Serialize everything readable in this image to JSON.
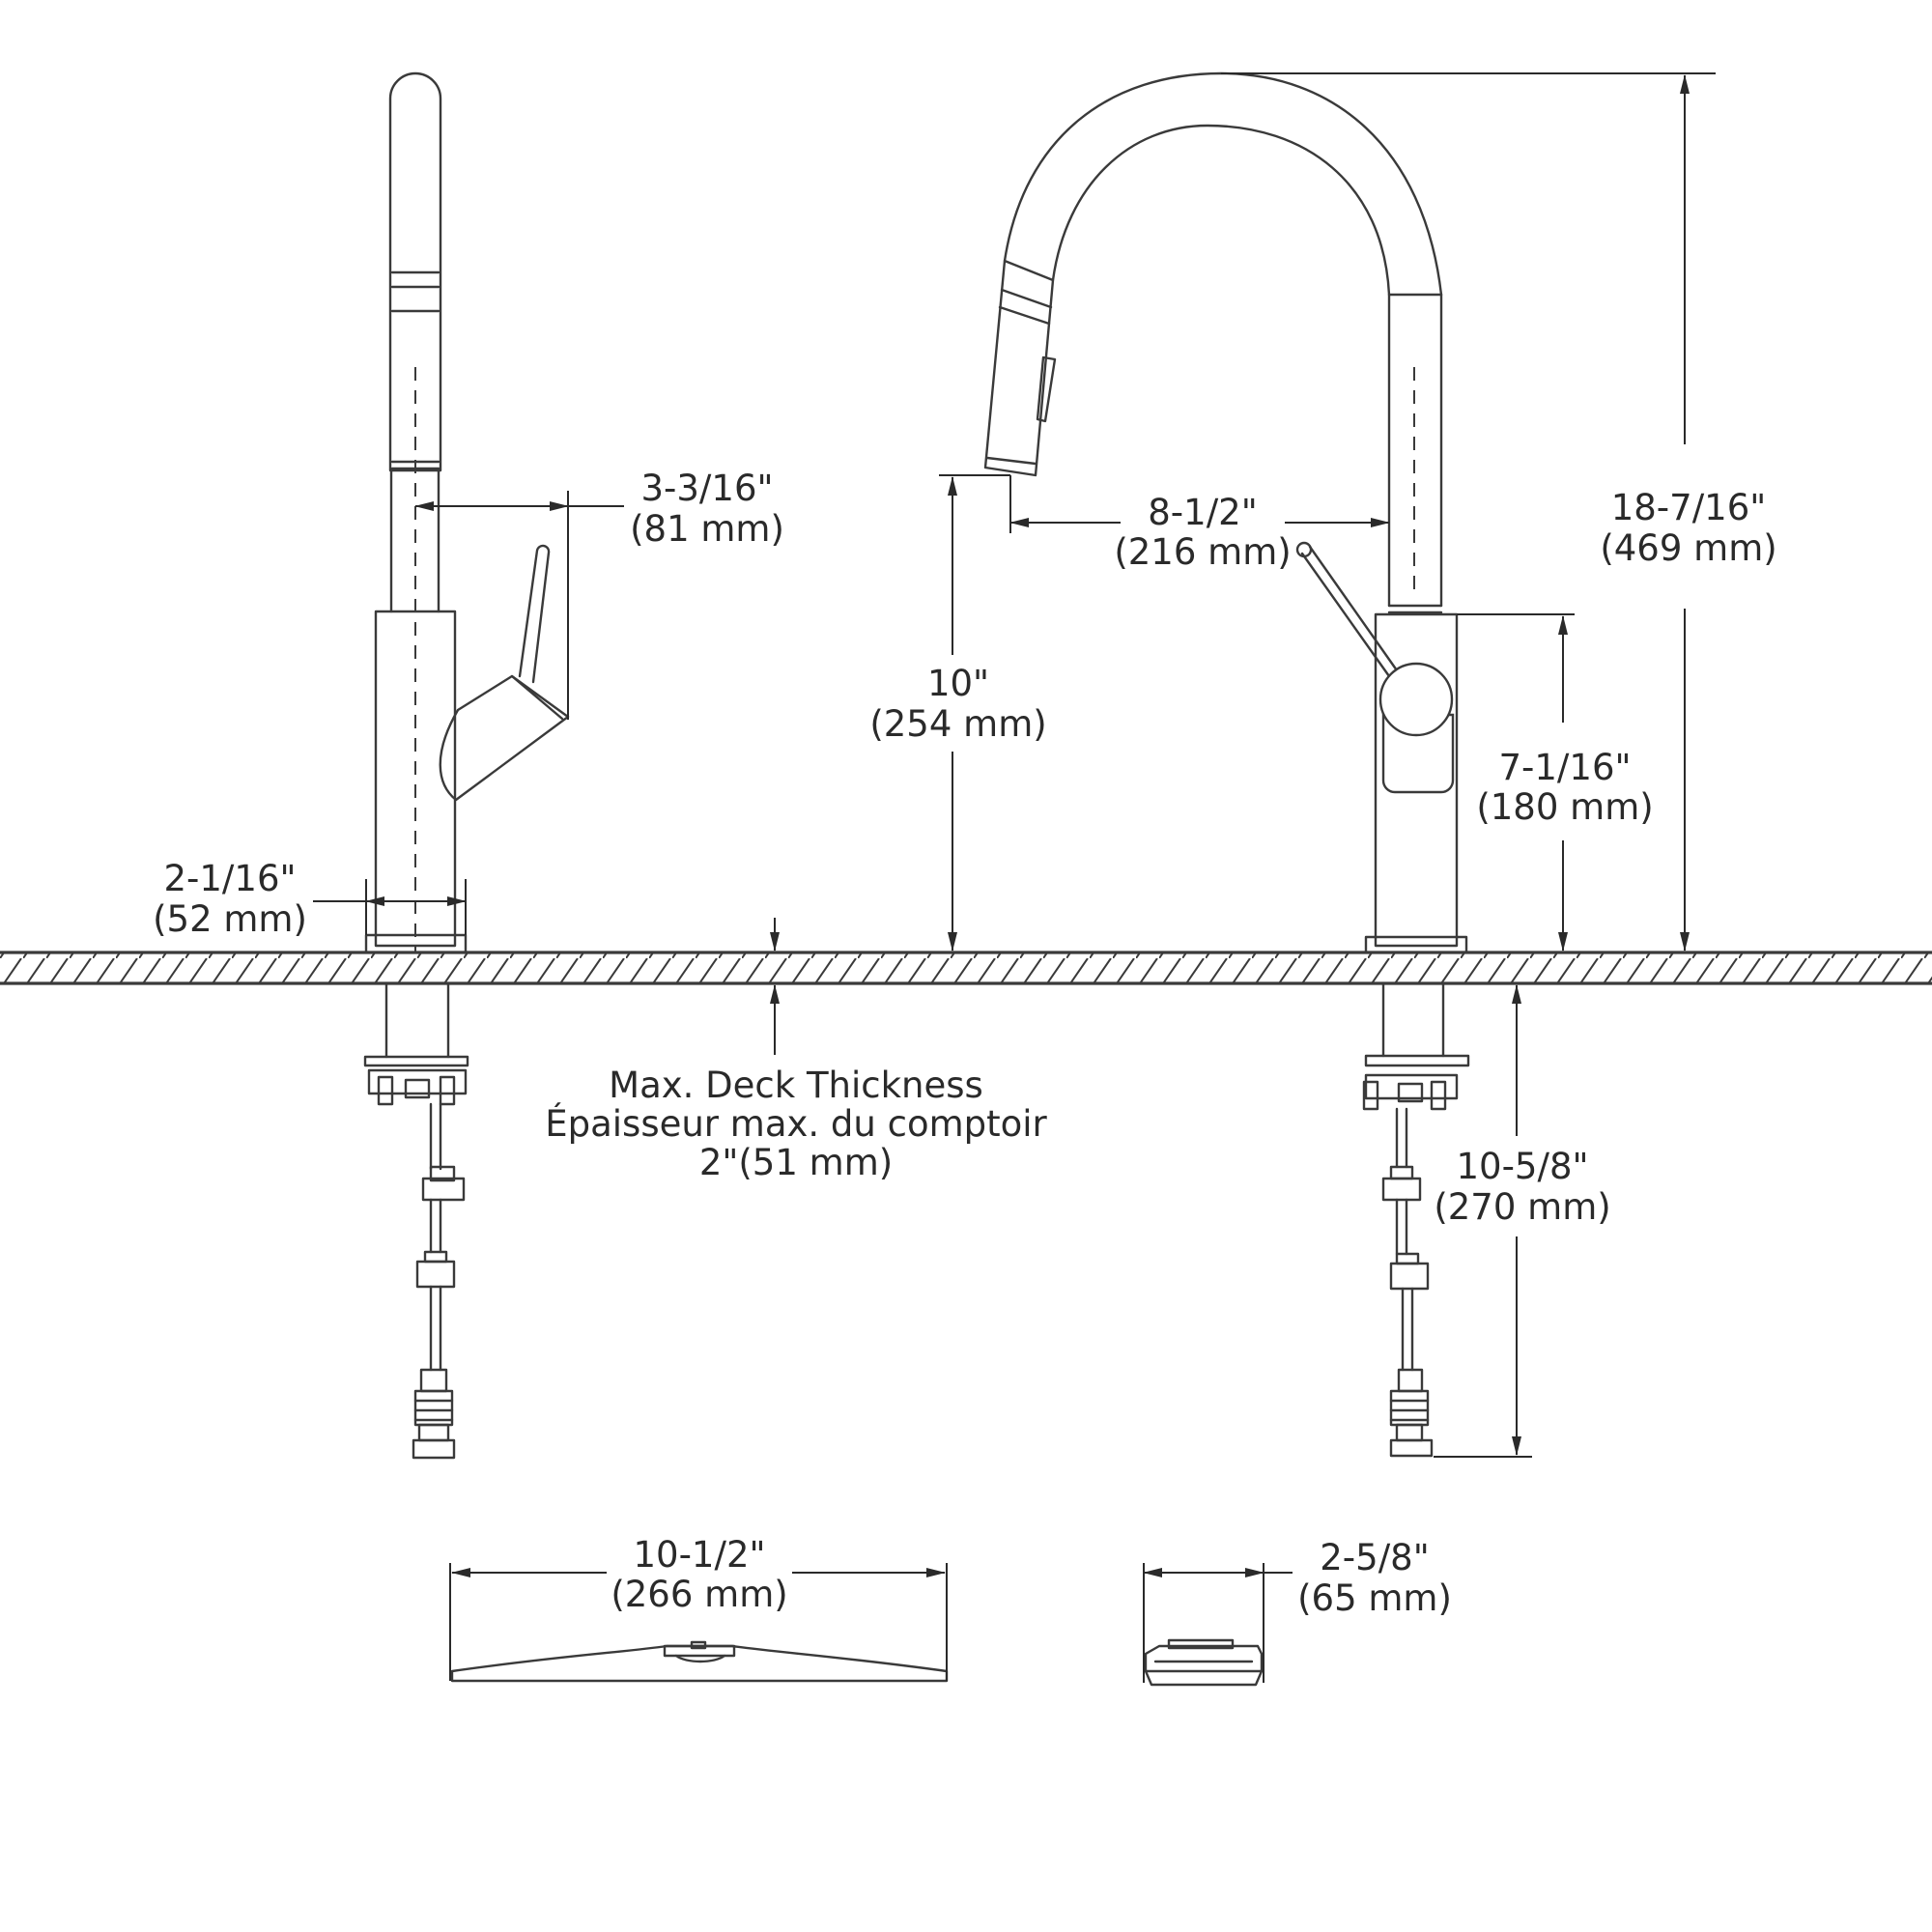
{
  "dimensions": {
    "side_reach": {
      "in": "3-3/16\"",
      "mm": "(81 mm)"
    },
    "side_base": {
      "in": "2-1/16\"",
      "mm": "(52 mm)"
    },
    "spout_clearance": {
      "in": "10\"",
      "mm": "(254 mm)"
    },
    "spout_reach": {
      "in": "8-1/2\"",
      "mm": "(216 mm)"
    },
    "overall_height": {
      "in": "18-7/16\"",
      "mm": "(469 mm)"
    },
    "body_height": {
      "in": "7-1/16\"",
      "mm": "(180 mm)"
    },
    "below_deck": {
      "in": "10-5/8\"",
      "mm": "(270 mm)"
    },
    "deck_plate_width": {
      "in": "10-1/2\"",
      "mm": "(266 mm)"
    },
    "escutcheon_width": {
      "in": "2-5/8\"",
      "mm": "(65 mm)"
    }
  },
  "deck_note": {
    "line1": "Max. Deck Thickness",
    "line2": "Épaisseur max. du comptoir",
    "line3": "2\"(51 mm)"
  }
}
